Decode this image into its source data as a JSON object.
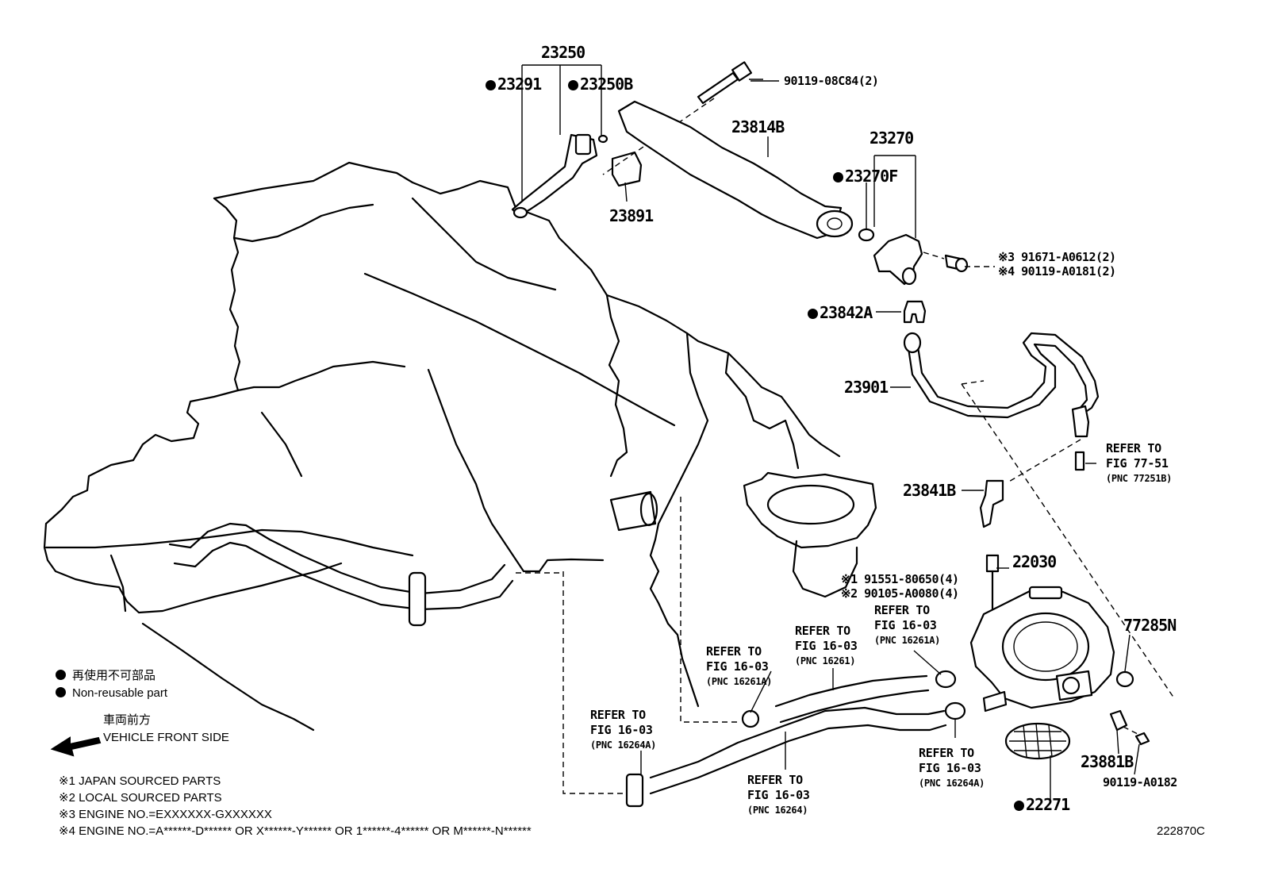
{
  "diagram_id": "222870C",
  "parts": {
    "p23250": "23250",
    "p23291": "23291",
    "p23250B": "23250B",
    "p90119_08C84": "90119-08C84(2)",
    "p23814B": "23814B",
    "p23891": "23891",
    "p23270": "23270",
    "p23270F": "23270F",
    "p91671": "※3 91671-A0612(2)",
    "p90119_A0181": "※4 90119-A0181(2)",
    "p23842A": "23842A",
    "p23901": "23901",
    "p23841B": "23841B",
    "p91551": "※1 91551-80650(4)",
    "p90105": "※2 90105-A0080(4)",
    "p22030": "22030",
    "p77285N": "77285N",
    "p23881B": "23881B",
    "p90119_A0182": "90119-A0182",
    "p22271": "22271"
  },
  "refs": {
    "r77": {
      "l1": "REFER TO",
      "l2": "FIG 77-51",
      "l3": "(PNC 77251B)"
    },
    "r16261A_left": {
      "l1": "REFER TO",
      "l2": "FIG 16-03",
      "l3": "(PNC 16261A)"
    },
    "r16261": {
      "l1": "REFER TO",
      "l2": "FIG 16-03",
      "l3": "(PNC 16261)"
    },
    "r16261A_right": {
      "l1": "REFER TO",
      "l2": "FIG 16-03",
      "l3": "(PNC 16261A)"
    },
    "r16264A_left": {
      "l1": "REFER TO",
      "l2": "FIG 16-03",
      "l3": "(PNC 16264A)"
    },
    "r16264": {
      "l1": "REFER TO",
      "l2": "FIG 16-03",
      "l3": "(PNC 16264)"
    },
    "r16264A_right": {
      "l1": "REFER TO",
      "l2": "FIG 16-03",
      "l3": "(PNC 16264A)"
    }
  },
  "legend": {
    "non_reusable_jp": "再使用不可部品",
    "non_reusable_en": "Non-reusable part",
    "front_jp": "車両前方",
    "front_en": "VEHICLE FRONT SIDE"
  },
  "notes": [
    "※1 JAPAN SOURCED PARTS",
    "※2 LOCAL SOURCED PARTS",
    "※3 ENGINE NO.=EXXXXXX-GXXXXXX",
    "※4 ENGINE NO.=A******-D****** OR X******-Y****** OR 1******-4****** OR M******-N******"
  ]
}
